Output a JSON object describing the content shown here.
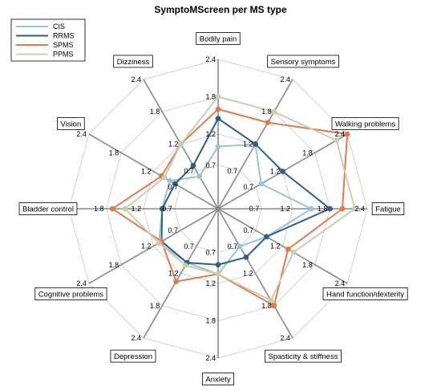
{
  "chart_data": {
    "type": "radar",
    "title": "SymptoMScreen per MS type",
    "axes": [
      "Bodily pain",
      "Sensory symptoms",
      "Walking problems",
      "Fatigue",
      "Hand function/dexterity",
      "Spasticity & stiffness",
      "Anxiety",
      "Depression",
      "Cognitive problems",
      "Bladder control",
      "Vision",
      "Dizziness"
    ],
    "rlim": [
      0,
      2.4
    ],
    "tick_values": [
      0.7,
      1.2,
      1.8,
      2.4
    ],
    "tick_labels": [
      "0.7",
      "1.2",
      "1.8",
      "2.4"
    ],
    "grid": true,
    "legend_position": "top-left",
    "series": [
      {
        "name": "CIS",
        "color": "#9cc3d5",
        "values": [
          1.0,
          1.2,
          0.8,
          1.5,
          0.9,
          0.7,
          1.05,
          1.0,
          1.1,
          0.9,
          0.9,
          0.6
        ]
      },
      {
        "name": "RRMS",
        "color": "#2e5f86",
        "values": [
          1.45,
          1.2,
          1.2,
          1.8,
          0.9,
          0.9,
          0.9,
          1.0,
          1.05,
          0.9,
          0.8,
          0.8
        ]
      },
      {
        "name": "SPMS",
        "color": "#e07a4f",
        "values": [
          1.6,
          1.6,
          2.4,
          2.0,
          1.3,
          1.8,
          1.05,
          1.35,
          1.05,
          1.7,
          1.05,
          1.2
        ]
      },
      {
        "name": "PPMS",
        "color": "#c9cfae",
        "values": [
          1.8,
          1.8,
          2.2,
          2.2,
          1.4,
          1.7,
          1.05,
          1.05,
          1.1,
          1.5,
          1.0,
          1.2
        ]
      }
    ]
  }
}
